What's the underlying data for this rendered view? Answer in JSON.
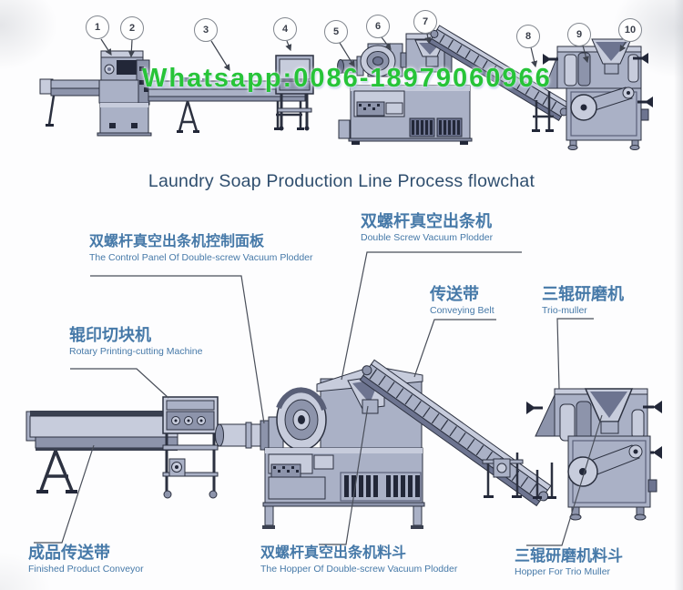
{
  "title": "Laundry Soap Production Line Process flowchat",
  "watermark": "Whatsapp:0086-18979060966",
  "callouts": [
    "1",
    "2",
    "3",
    "4",
    "5",
    "6",
    "7",
    "8",
    "9",
    "10"
  ],
  "labels": [
    {
      "id": "control-panel",
      "cn": "双螺杆真空出条机控制面板",
      "en": "The Control Panel Of Double-screw Vacuum Plodder"
    },
    {
      "id": "vacuum-plodder",
      "cn": "双螺杆真空出条机",
      "en": "Double Screw Vacuum Plodder"
    },
    {
      "id": "conveying-belt",
      "cn": "传送带",
      "en": "Conveying Belt"
    },
    {
      "id": "trio-muller",
      "cn": "三辊研磨机",
      "en": "Trio-muller"
    },
    {
      "id": "rotary-cutter",
      "cn": "辊印切块机",
      "en": "Rotary Printing-cutting Machine"
    },
    {
      "id": "finished-conveyor",
      "cn": "成品传送带",
      "en": "Finished Product Conveyor"
    },
    {
      "id": "plodder-hopper",
      "cn": "双螺杆真空出条机料斗",
      "en": "The Hopper Of Double-screw Vacuum Plodder"
    },
    {
      "id": "trio-hopper",
      "cn": "三辊研磨机料斗",
      "en": "Hopper For Trio Muller"
    }
  ],
  "colors": {
    "watermark_green": "#27c438",
    "label_blue": "#4679a8",
    "title_navy": "#2f4e6e",
    "machine_gray": "#aab1c6",
    "outline_ink": "#2c3140"
  }
}
